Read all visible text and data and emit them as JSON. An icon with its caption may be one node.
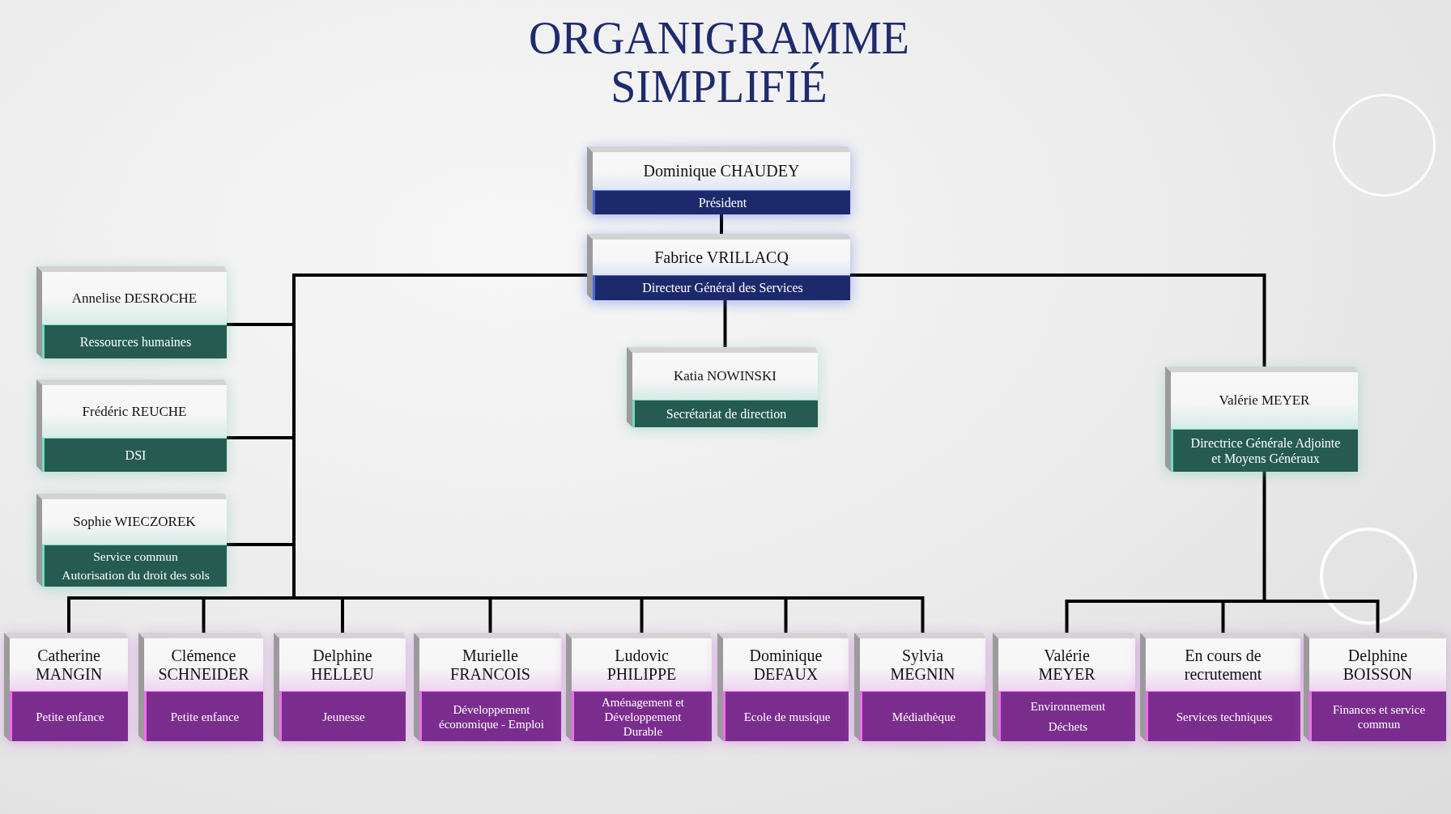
{
  "diagram": {
    "title": "ORGANIGRAMME SIMPLIFIÉ",
    "nodes": [
      {
        "text": [
          "Dominique CHAUDEY",
          "Président"
        ]
      },
      {
        "text": [
          "Fabrice VRILLACQ",
          "Directeur Général des Services"
        ]
      },
      {
        "text": [
          "Annelise DESROCHE",
          "Ressources humaines"
        ]
      },
      {
        "text": [
          "Katia NOWINSKI",
          "Secrétariat de direction"
        ]
      },
      {
        "text": [
          "Valérie MEYER",
          "Directrice Générale Adjointe et Moyens Généraux"
        ]
      },
      {
        "text": [
          "Frédéric REUCHE",
          "DSI"
        ]
      },
      {
        "text": [
          "Sophie WIECZOREK",
          "Service commun",
          "Autorisation du droit des sols"
        ]
      },
      {
        "text": [
          "Catherine MANGIN",
          "Petite enfance"
        ]
      },
      {
        "text": [
          "Clémence SCHNEIDER",
          "Petite enfance"
        ]
      },
      {
        "text": [
          "Delphine HELLEU",
          "Jeunesse"
        ]
      },
      {
        "text": [
          "Murielle FRANCOIS",
          "Développement économique - Emploi"
        ]
      },
      {
        "text": [
          "Ludovic PHILIPPE",
          "Aménagement et Développement Durable"
        ]
      },
      {
        "text": [
          "Dominique DEFAUX",
          "Ecole de musique"
        ]
      },
      {
        "text": [
          "Sylvia MEGNIN",
          "Médiathèque"
        ]
      },
      {
        "text": [
          "Valérie MEYER",
          "Environnement",
          "Déchets"
        ]
      },
      {
        "text": [
          "En cours de recrutement",
          "Services techniques"
        ]
      },
      {
        "text": [
          "Delphine BOISSON",
          "Finances et service commun"
        ]
      }
    ],
    "edges": [
      {
        "from": 0,
        "to": 1,
        "arrow": "none"
      },
      {
        "from": 1,
        "to": 2,
        "arrow": "none"
      },
      {
        "from": 1,
        "to": 5,
        "arrow": "none"
      },
      {
        "from": 1,
        "to": 6,
        "arrow": "none"
      },
      {
        "from": 1,
        "to": 3,
        "arrow": "none"
      },
      {
        "from": 1,
        "to": 4,
        "arrow": "none"
      },
      {
        "from": 1,
        "to": 7,
        "arrow": "none"
      },
      {
        "from": 1,
        "to": 8,
        "arrow": "none"
      },
      {
        "from": 1,
        "to": 9,
        "arrow": "none"
      },
      {
        "from": 1,
        "to": 10,
        "arrow": "none"
      },
      {
        "from": 1,
        "to": 11,
        "arrow": "none"
      },
      {
        "from": 1,
        "to": 12,
        "arrow": "none"
      },
      {
        "from": 1,
        "to": 13,
        "arrow": "none"
      },
      {
        "from": 4,
        "to": 14,
        "arrow": "none"
      },
      {
        "from": 4,
        "to": 15,
        "arrow": "none"
      },
      {
        "from": 4,
        "to": 16,
        "arrow": "none"
      }
    ]
  }
}
